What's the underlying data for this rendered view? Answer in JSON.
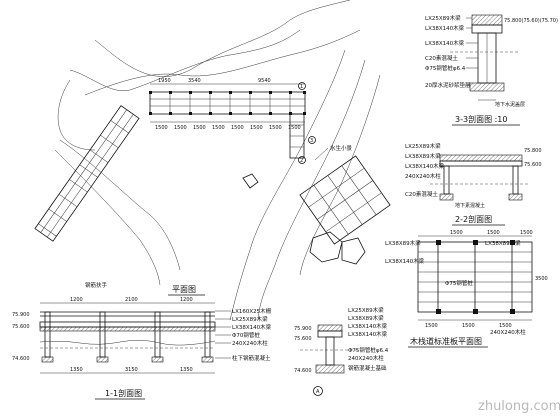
{
  "plan": {
    "title": "平面图",
    "dims": [
      "1950",
      "3540",
      "9540",
      "1500",
      "1500",
      "1500",
      "1500",
      "1500",
      "1500",
      "1500",
      "1500"
    ],
    "section_marks": [
      "1",
      "2",
      "3"
    ],
    "pond_callout": "水生小景"
  },
  "elevation_1_1": {
    "title": "1-1剖面图",
    "dims_top": [
      "1200",
      "2100",
      "1200"
    ],
    "dims_bottom": [
      "1350",
      "3150",
      "1350"
    ],
    "left_levels": [
      "75.900",
      "75.600",
      "74.600"
    ],
    "callouts": [
      "LX160X25木栅",
      "LX25X89木梁",
      "LX38X140木梁",
      "Φ70钢管桩",
      "240X240木柱",
      "柱下钢筋混凝土"
    ],
    "top_note": "钢筋扶手"
  },
  "section_3_3": {
    "title": "3-3剖面图 :10",
    "callouts": [
      "LX25X89木梁",
      "LX38X140木梁",
      "LX38X140木梁",
      "C20素混凝土",
      "Φ75钢管桩φ6.4",
      "20厚水泥砂浆垫层"
    ],
    "levels": [
      "75.800(75.60)(75.70)"
    ],
    "bottom_note": "地下水泥盖层"
  },
  "section_2_2": {
    "title": "2-2剖面图",
    "callouts": [
      "LX25X89木梁",
      "LX38X89木梁",
      "LX38X140木梁",
      "240X240木柱",
      "C20素混凝土"
    ],
    "levels": [
      "75.800",
      "75.600"
    ],
    "bottom_note": "地下素混凝土"
  },
  "detail_mid": {
    "callouts": [
      "LX25X89木梁",
      "LX38X89木梁",
      "LX38X140木梁",
      "LX38X140木梁",
      "Φ75钢管桩φ6.4",
      "240X240木柱",
      "钢筋混凝土基础"
    ],
    "levels": [
      "75.900",
      "75.600",
      "74.600"
    ],
    "marker": "A"
  },
  "deck_plan": {
    "title": "木栈道标准板平面图",
    "dims_top": [
      "1500",
      "1500",
      "1500"
    ],
    "dims_bottom": [
      "1500",
      "1500",
      "1500"
    ],
    "callouts": [
      "LX38X89木梁",
      "LX38X89木梁",
      "LX38X140木梁",
      "Φ75钢管桩",
      "240X240木柱"
    ],
    "right_note": "3500"
  },
  "watermark": "zhulong.com"
}
